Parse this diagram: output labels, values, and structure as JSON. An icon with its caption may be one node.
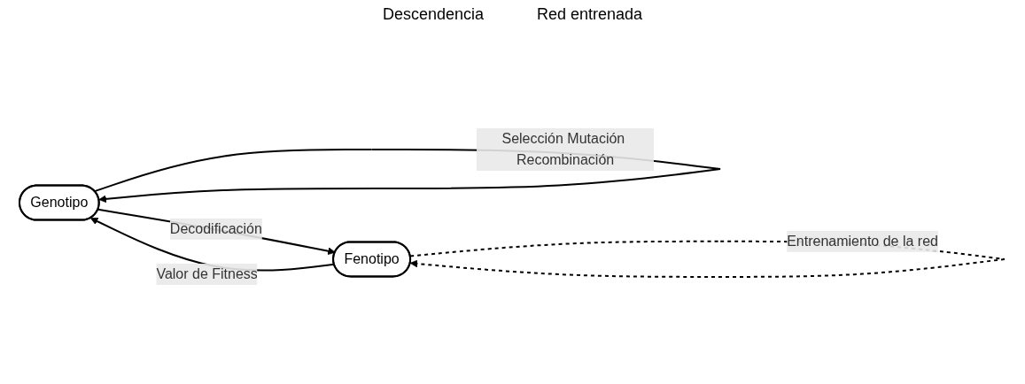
{
  "diagram": {
    "nodes": [
      {
        "text": [
          "Genotipo"
        ]
      },
      {
        "text": [
          "Fenotipo"
        ]
      }
    ],
    "edges": [
      {
        "from": 0,
        "to": 1,
        "arrow": "to",
        "label": "Decodificación"
      },
      {
        "from": 1,
        "to": 0,
        "arrow": "to",
        "label": "Valor de Fitness"
      },
      {
        "from": 0,
        "to": 0,
        "arrow": "to",
        "label": "Selección Mutación Recombinación"
      },
      {
        "from": 1,
        "to": 1,
        "arrow": "to",
        "style": "dashed",
        "label": "Entrenamiento de la red"
      }
    ],
    "labels": [
      "Descendencia",
      "Red entrenada"
    ]
  }
}
